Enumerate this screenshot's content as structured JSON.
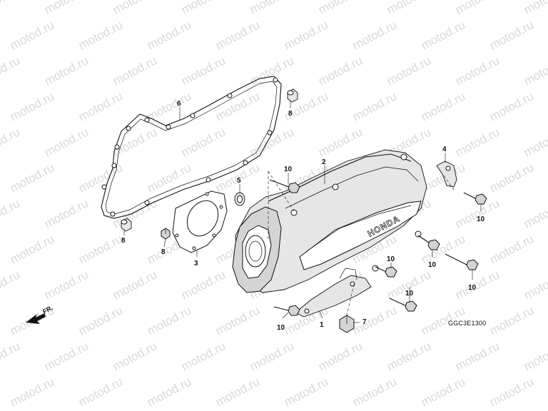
{
  "watermark": {
    "text": "motod.ru"
  },
  "diagram": {
    "code": "GGC3E1300",
    "direction_label": "FR.",
    "brand_text": "HONDA",
    "labels": {
      "gasket": "6",
      "dowel_upper": "8",
      "dowel_lower": "8",
      "bolt_gasket": "8",
      "oil_seal": "5",
      "plate": "3",
      "cover": "2",
      "bracket": "4",
      "bolt_top": "10",
      "bolt_bracket": "10",
      "bolt_mid_right": "10",
      "bolt_right": "10",
      "bolt_center": "10",
      "bolt_lower_right": "10",
      "bolt_lower_left": "10",
      "stay": "1",
      "clip": "7"
    }
  }
}
